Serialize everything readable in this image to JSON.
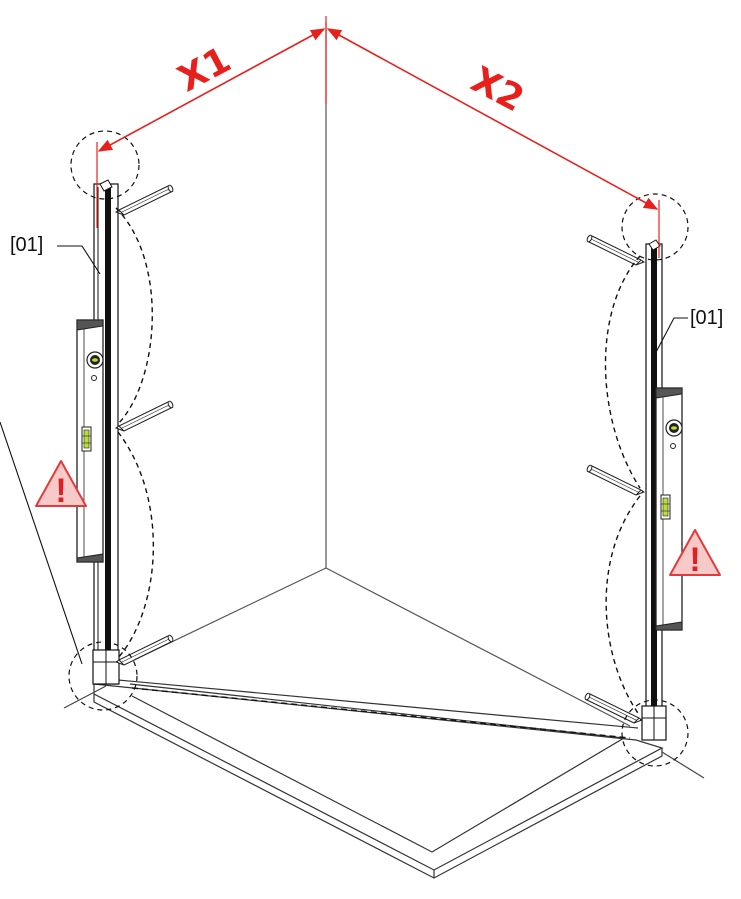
{
  "labels": {
    "x1": "X1",
    "x2": "X2",
    "part_left": "[01]",
    "part_right": "[01]"
  },
  "warning_glyph": "!",
  "colors": {
    "dimension": "#e8201c",
    "warning_fill": "#f7c9c9",
    "warning_stroke": "#e63a3a",
    "warning_glyph": "#e02020",
    "line": "#1a1a1a",
    "wall": "#555555",
    "bubble": "#b6e02a",
    "level_cap": "#555555"
  },
  "icons": [
    "warning-icon",
    "pencil-icon",
    "spirit-level-icon"
  ]
}
